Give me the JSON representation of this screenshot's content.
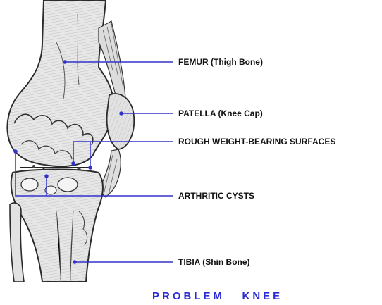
{
  "title": "PROBLEM   KNEE",
  "colors": {
    "leader_line": "#3333cc",
    "title": "#2b2bd6",
    "label_text": "#111111",
    "bone_fill": "#e9e9e9",
    "bone_stroke": "#333333"
  },
  "labels": {
    "femur": "FEMUR  (Thigh Bone)",
    "patella": "PATELLA  (Knee Cap)",
    "rough_surfaces": "ROUGH WEIGHT-BEARING SURFACES",
    "cysts": "ARTHRITIC CYSTS",
    "tibia": "TIBIA  (Shin Bone)"
  }
}
